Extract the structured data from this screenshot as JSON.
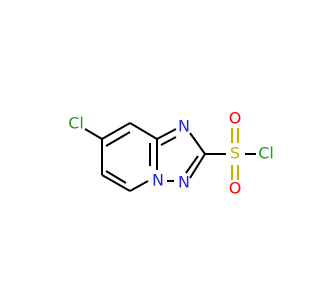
{
  "molecule": {
    "atoms": {
      "cl_ring": "Cl",
      "n_upper": "N",
      "n_bridge": "N",
      "n_lower": "N",
      "sulfur": "S",
      "o_top": "O",
      "o_bottom": "O",
      "cl_sulfonyl": "Cl"
    },
    "colors": {
      "carbon": "#000000",
      "nitrogen": "#1f1fe0",
      "chlorine": "#1aa01a",
      "sulfur": "#c8b400",
      "oxygen": "#ff0000"
    }
  }
}
